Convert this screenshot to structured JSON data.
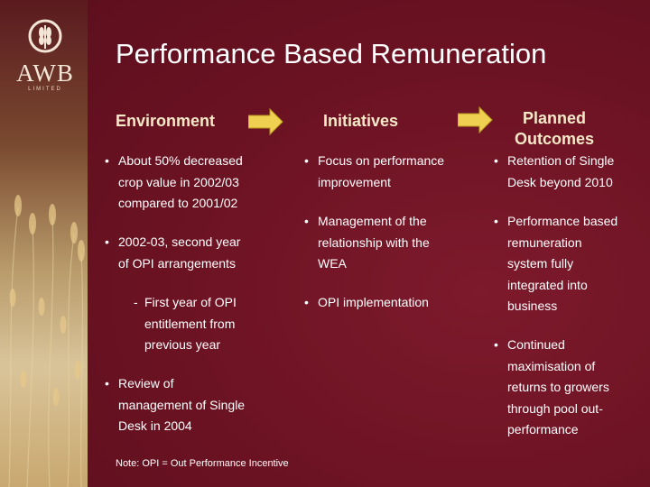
{
  "logo": {
    "word": "AWB",
    "sub": "LIMITED"
  },
  "title": "Performance Based Remuneration",
  "columns": {
    "environment": "Environment",
    "initiatives": "Initiatives",
    "outcomes_line1": "Planned",
    "outcomes_line2": "Outcomes"
  },
  "colors": {
    "background": "#6e1424",
    "header_text": "#f5e9c8",
    "arrow": "#f0d050"
  },
  "environment_items": [
    {
      "bullet": "•",
      "lines": [
        "About 50% decreased",
        "crop value in 2002/03",
        "compared to 2001/02"
      ]
    },
    {
      "bullet": "•",
      "lines": [
        "2002-03, second year",
        "of OPI arrangements"
      ]
    },
    {
      "bullet": "-",
      "lines": [
        "First year of OPI",
        "entitlement from",
        "previous year"
      ]
    },
    {
      "bullet": "•",
      "lines": [
        "Review of",
        "management of Single",
        "Desk in 2004"
      ]
    }
  ],
  "initiative_items": [
    {
      "bullet": "•",
      "lines": [
        "Focus on performance",
        "improvement"
      ]
    },
    {
      "bullet": "•",
      "lines": [
        "Management of the",
        "relationship with the",
        "WEA"
      ]
    },
    {
      "bullet": "•",
      "lines": [
        "OPI implementation"
      ]
    }
  ],
  "outcome_items": [
    {
      "bullet": "•",
      "lines": [
        "Retention of Single",
        "Desk beyond 2010"
      ]
    },
    {
      "bullet": "•",
      "lines": [
        "Performance based",
        "remuneration",
        "system fully",
        "integrated into",
        "business"
      ]
    },
    {
      "bullet": "•",
      "lines": [
        "Continued",
        "maximisation of",
        "returns to growers",
        "through pool out-",
        "performance"
      ]
    }
  ],
  "note": "Note: OPI = Out Performance Incentive"
}
